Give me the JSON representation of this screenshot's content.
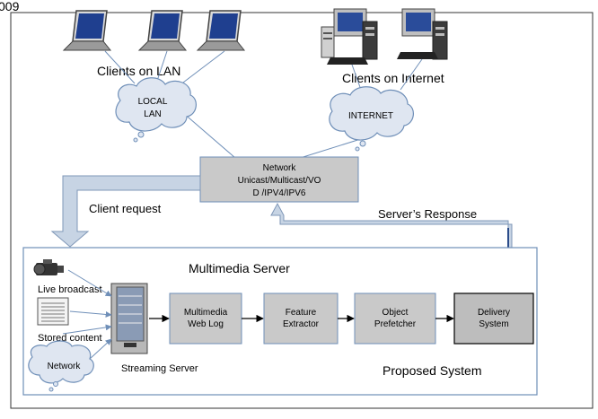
{
  "corner_text": "009",
  "labels": {
    "clients_lan": "Clients on LAN",
    "clients_internet": "Clients on Internet",
    "local_lan_line1": "LOCAL",
    "local_lan_line2": "LAN",
    "internet": "INTERNET",
    "client_request": "Client request",
    "servers_response": "Server’s Response",
    "multimedia_server": "Multimedia  Server",
    "live_broadcast": "Live broadcast",
    "stored_content": "Stored content",
    "network_cloud": "Network",
    "streaming_server": "Streaming Server",
    "proposed_system": "Proposed System"
  },
  "network_box": {
    "line1": "Network",
    "line2": "Unicast/Multicast/VO",
    "line3": "D /IPV4/IPV6"
  },
  "pipeline": [
    {
      "line1": "Multimedia",
      "line2": "Web Log"
    },
    {
      "line1": "Feature",
      "line2": "Extractor"
    },
    {
      "line1": "Object",
      "line2": "Prefetcher"
    },
    {
      "line1": "Delivery",
      "line2": "System"
    }
  ],
  "colors": {
    "cloud_fill": "#dfe6f1",
    "box_fill": "#c9c9c9",
    "arrow_fill": "#c7d4e4",
    "line": "#6f8fb8"
  }
}
